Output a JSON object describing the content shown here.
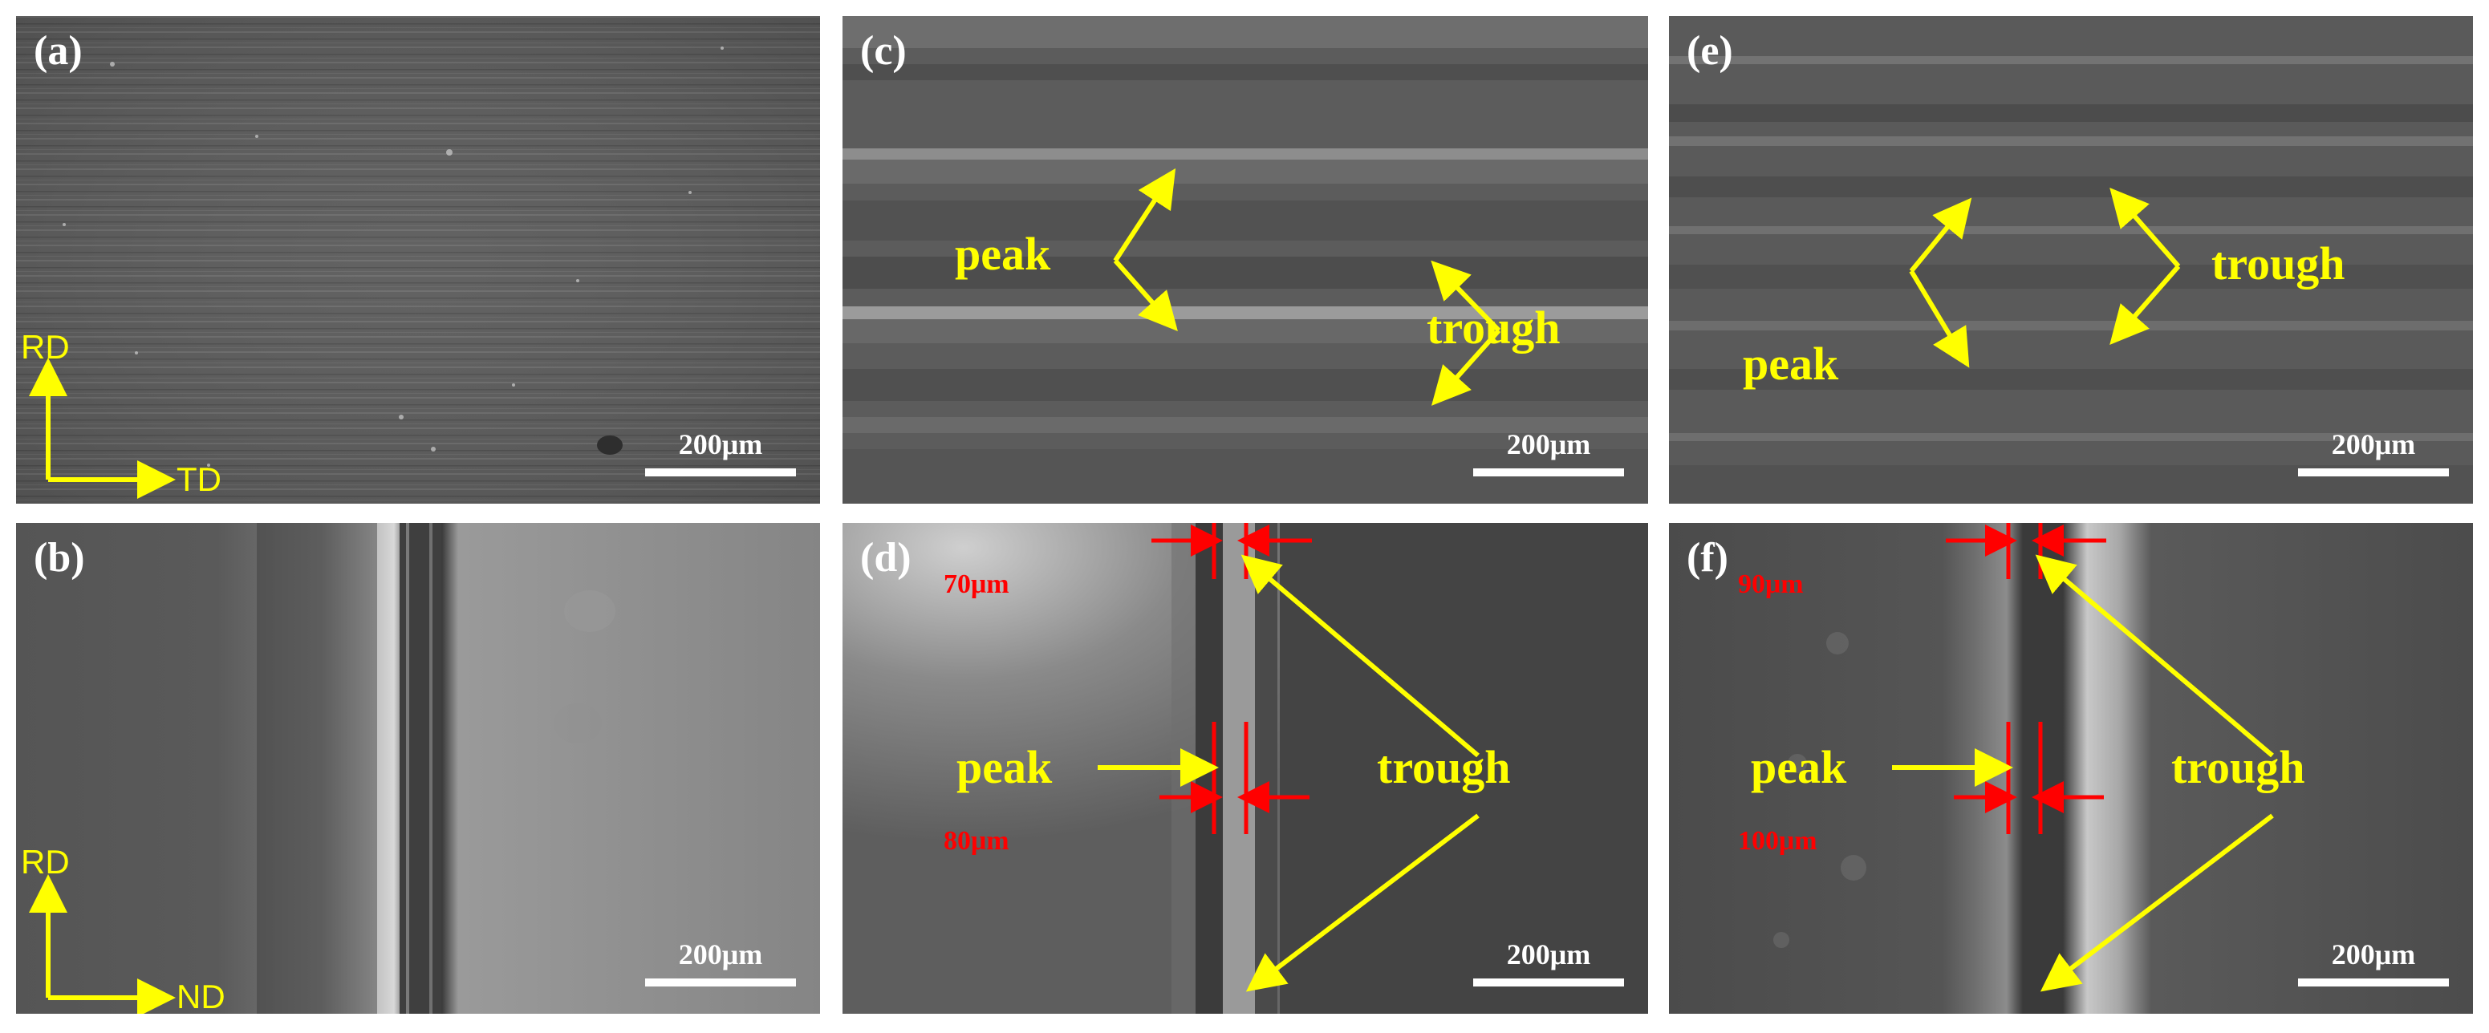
{
  "panels": {
    "a": {
      "label": "(a)",
      "scale_bar": "200μm",
      "axis_vertical": "RD",
      "axis_horizontal": "TD"
    },
    "b": {
      "label": "(b)",
      "scale_bar": "200μm",
      "axis_vertical": "RD",
      "axis_horizontal": "ND"
    },
    "c": {
      "label": "(c)",
      "scale_bar": "200μm",
      "peak": "peak",
      "trough": "trough"
    },
    "d": {
      "label": "(d)",
      "scale_bar": "200μm",
      "peak": "peak",
      "trough": "trough",
      "width_top": "70μm",
      "width_bottom": "80μm"
    },
    "e": {
      "label": "(e)",
      "scale_bar": "200μm",
      "peak": "peak",
      "trough": "trough"
    },
    "f": {
      "label": "(f)",
      "scale_bar": "200μm",
      "peak": "peak",
      "trough": "trough",
      "width_top": "90μm",
      "width_bottom": "100μm"
    }
  },
  "colors": {
    "annotation": "#ffff00",
    "measurement": "#ff0000",
    "scale": "#ffffff"
  }
}
